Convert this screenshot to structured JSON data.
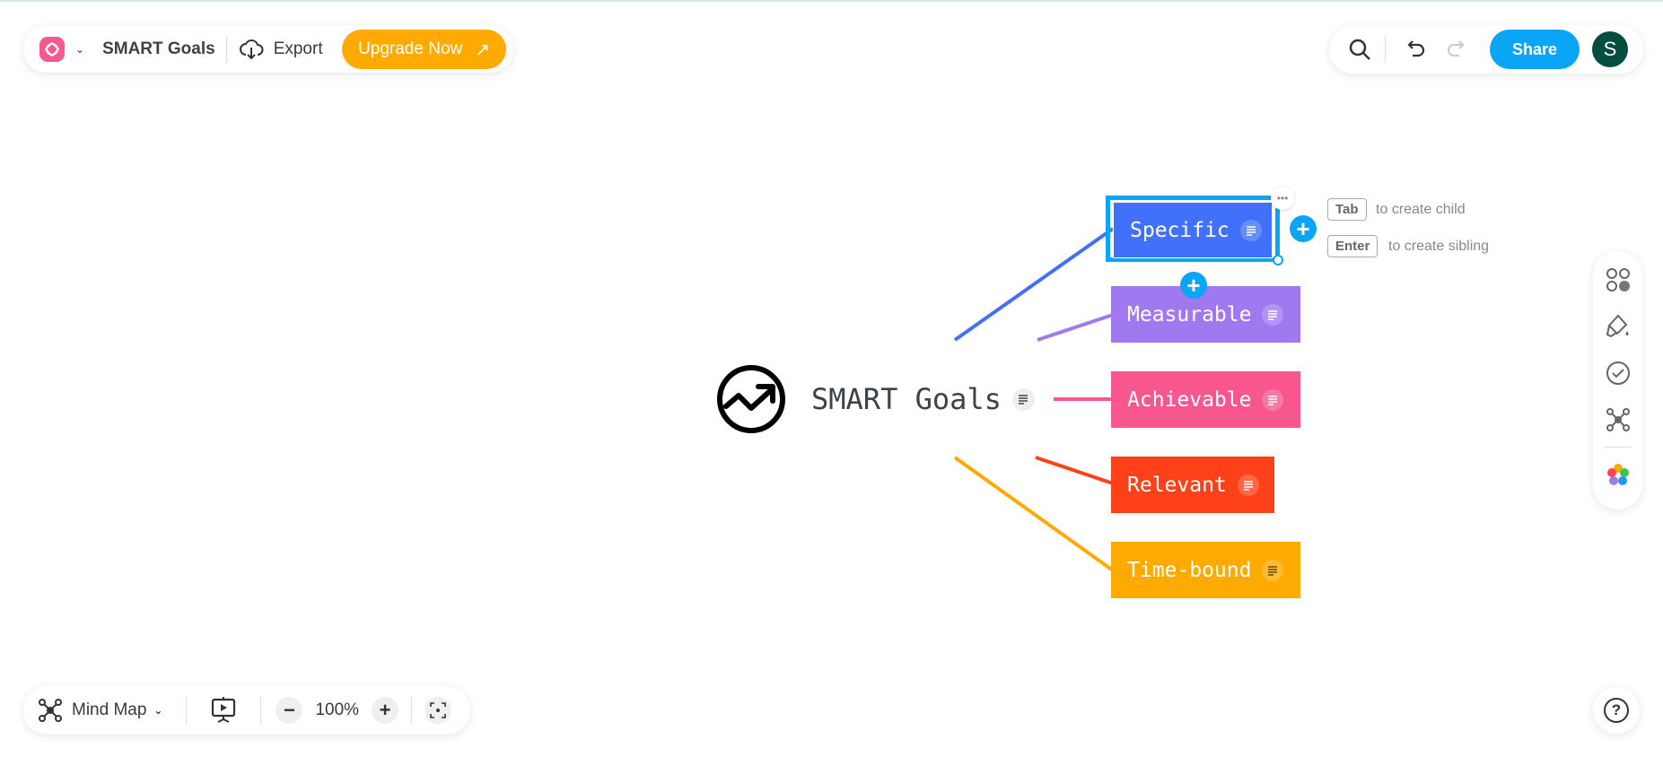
{
  "topbar": {
    "doc_title": "SMART Goals",
    "export_label": "Export",
    "upgrade_label": "Upgrade Now"
  },
  "topright": {
    "share_label": "Share",
    "avatar_initial": "S"
  },
  "map": {
    "root": "SMART Goals",
    "nodes": [
      {
        "label": "Specific",
        "color": "#4171fb"
      },
      {
        "label": "Measurable",
        "color": "#a079f0"
      },
      {
        "label": "Achievable",
        "color": "#f7578c"
      },
      {
        "label": "Relevant",
        "color": "#ff4119"
      },
      {
        "label": "Time-bound",
        "color": "#ffaa00"
      }
    ]
  },
  "hints": {
    "tab_key": "Tab",
    "tab_text": "to create child",
    "enter_key": "Enter",
    "enter_text": "to create sibling"
  },
  "bottombar": {
    "view_label": "Mind Map",
    "zoom": "100%"
  },
  "help_label": "?"
}
